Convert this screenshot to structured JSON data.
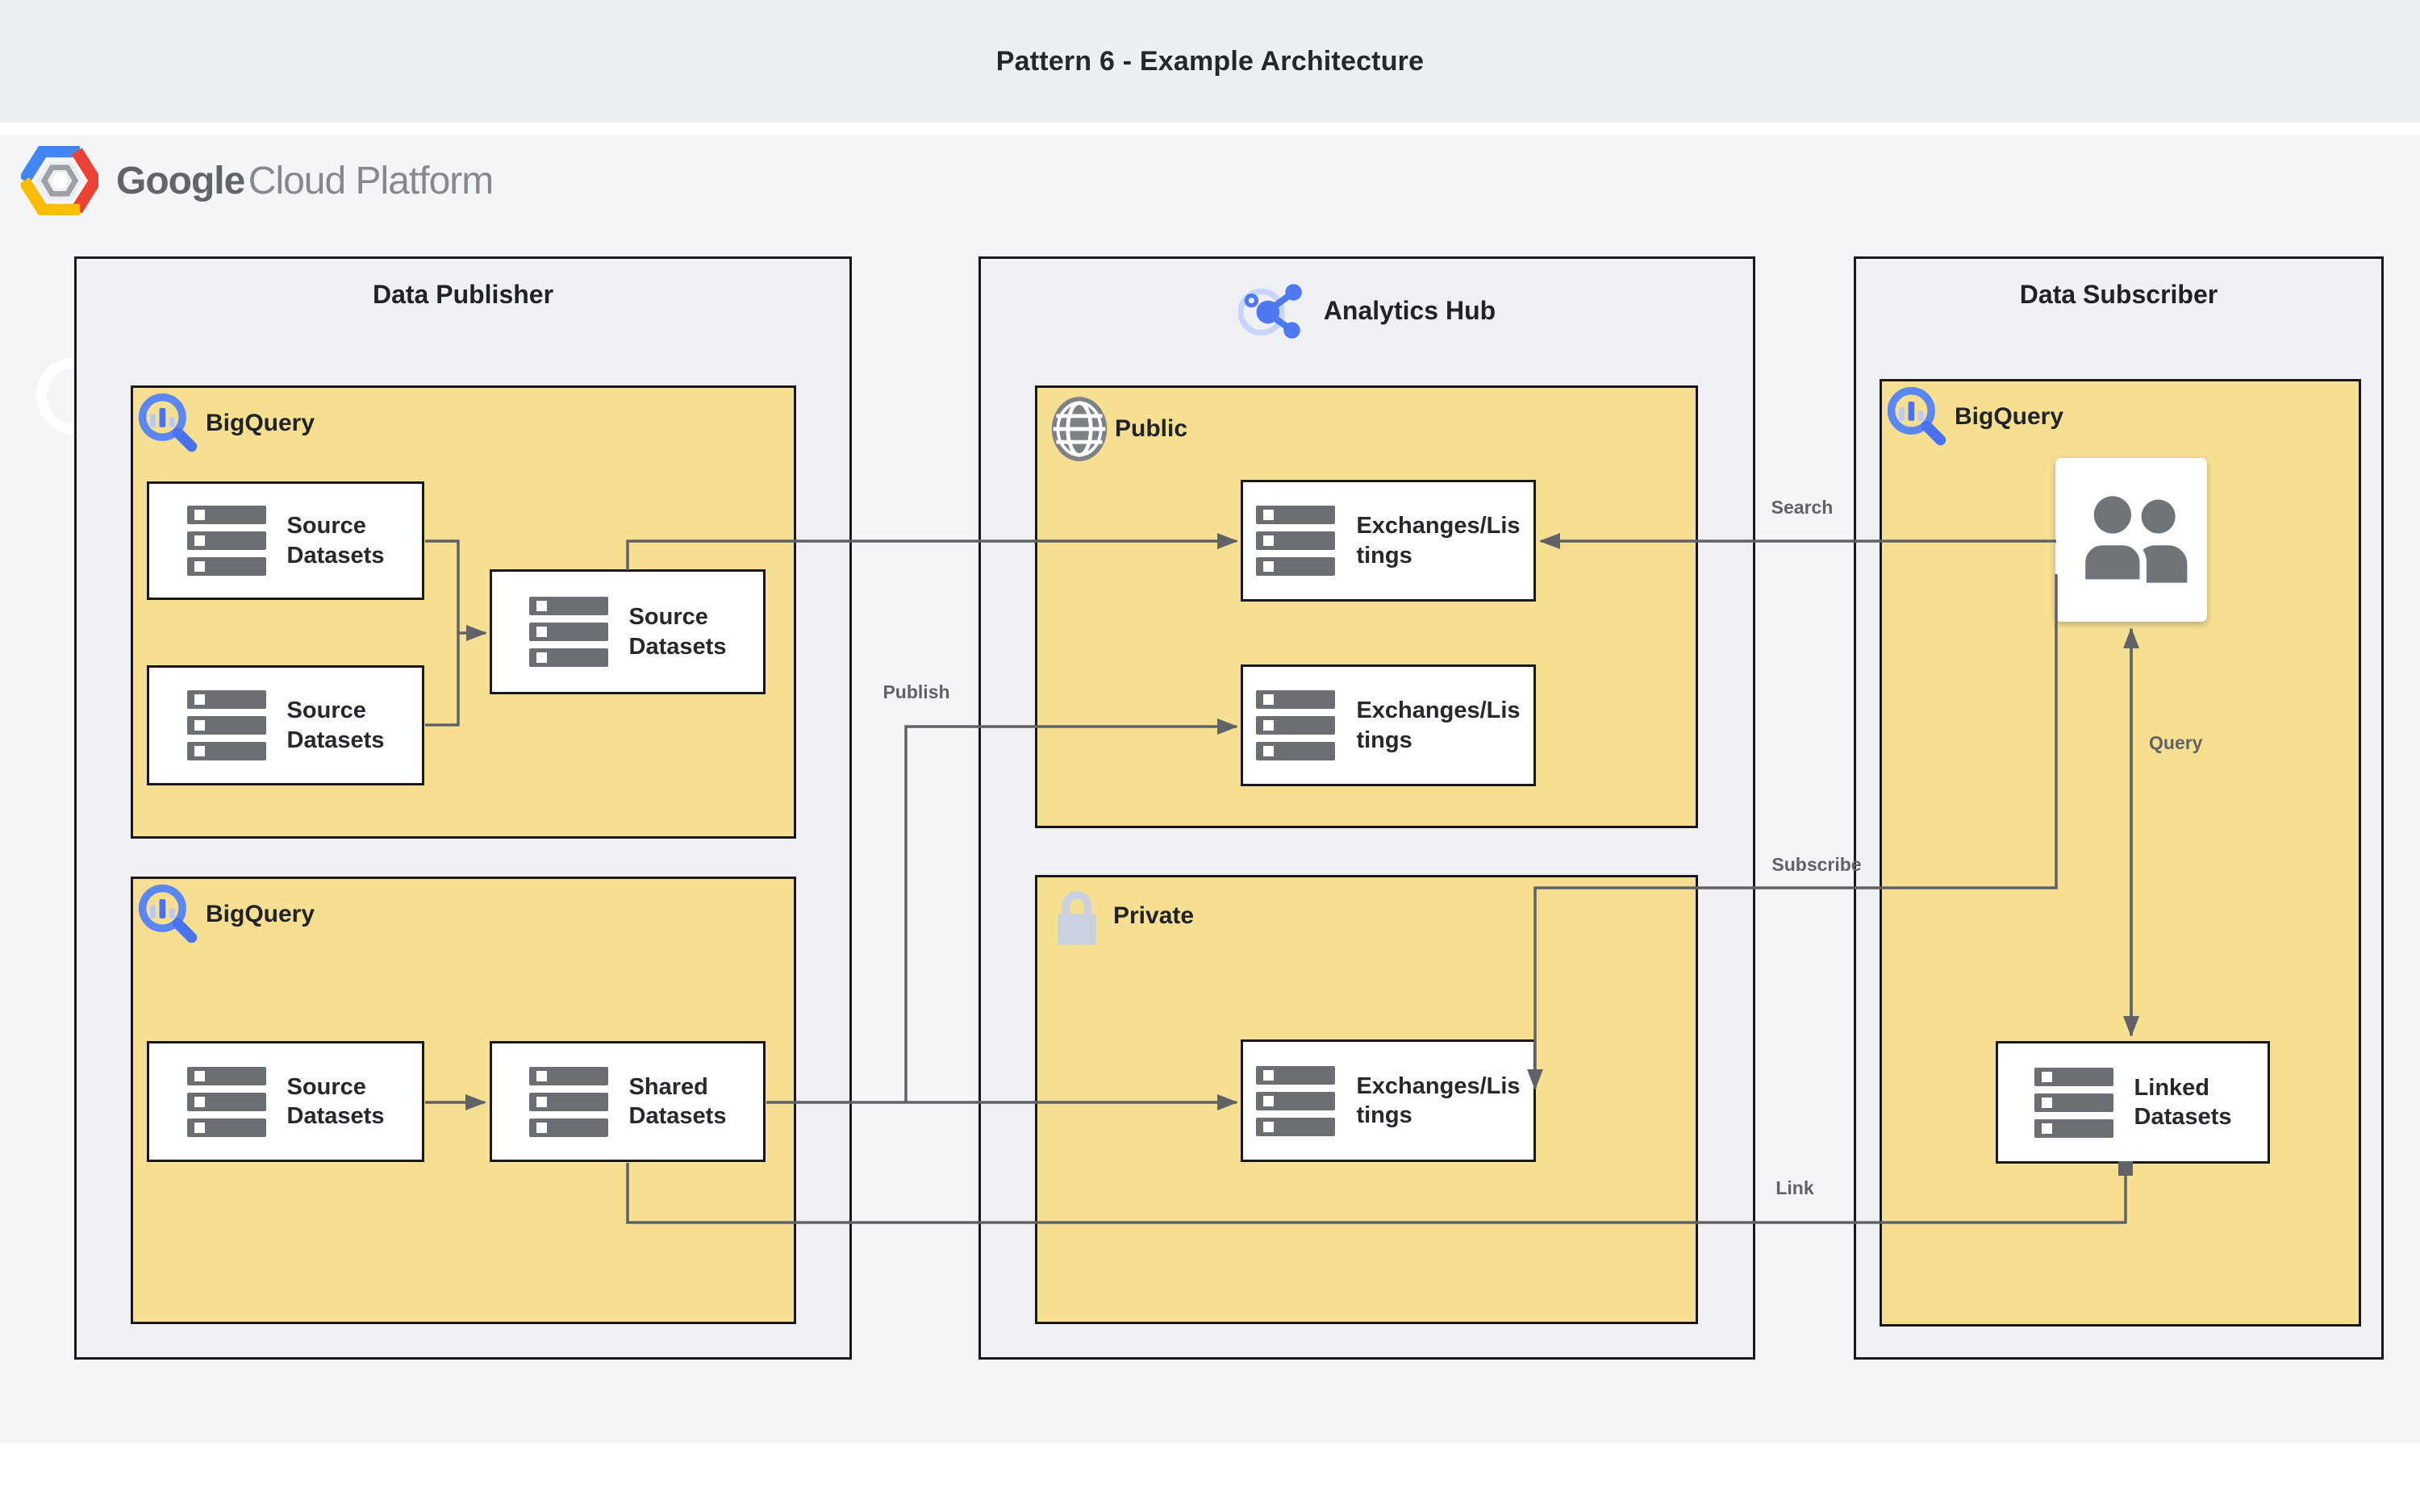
{
  "title": "Pattern 6 - Example Architecture",
  "logo": {
    "google": "Google",
    "cloud": "Cloud Platform"
  },
  "publisher": {
    "title": "Data Publisher",
    "bigquery_top": {
      "label": "BigQuery",
      "source_a": "Source\nDatasets",
      "source_b": "Source\nDatasets",
      "source_merged": "Source\nDatasets"
    },
    "bigquery_bottom": {
      "label": "BigQuery",
      "source": "Source\nDatasets",
      "shared": "Shared\nDatasets"
    }
  },
  "hub": {
    "title": "Analytics Hub",
    "public": {
      "label": "Public",
      "exchange_top": "Exchanges/Lis\ntings",
      "exchange_bottom": "Exchanges/Lis\ntings"
    },
    "private": {
      "label": "Private",
      "exchange": "Exchanges/Lis\ntings"
    }
  },
  "subscriber": {
    "title": "Data Subscriber",
    "bigquery": {
      "label": "BigQuery",
      "linked": "Linked\nDatasets"
    }
  },
  "edges": {
    "publish": "Publish",
    "search": "Search",
    "subscribe": "Subscribe",
    "query": "Query",
    "link": "Link"
  },
  "colors": {
    "section_yellow": "#f7df92",
    "container_gray": "#eef0f3",
    "page_bg": "#f4f5f6",
    "banner_bg": "#edf0f2",
    "line_gray": "#5f6368",
    "bigquery_blue": "#4e79f3",
    "icon_gray": "#6f7478",
    "lock_gray": "#c9d0e0",
    "globe_gray": "#7d8286"
  }
}
